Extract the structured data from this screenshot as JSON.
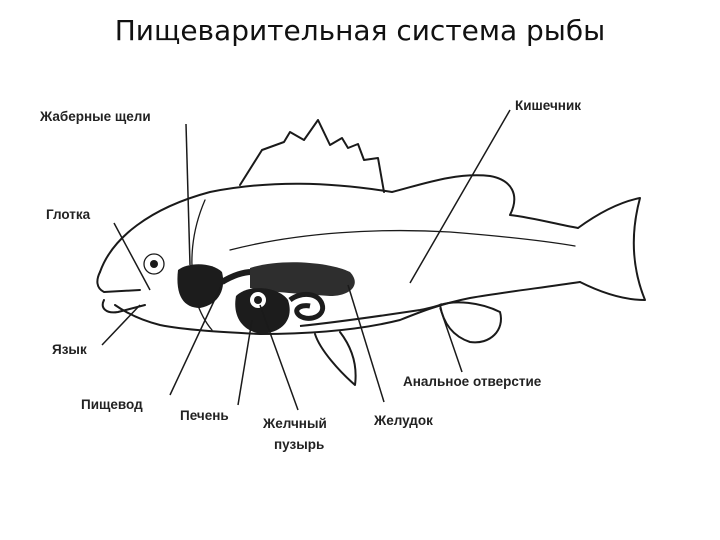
{
  "title": "Пищеварительная система рыбы",
  "labels": {
    "gill_slits": "Жаберные щели",
    "pharynx": "Глотка",
    "tongue": "Язык",
    "esophagus": "Пищевод",
    "liver": "Печень",
    "gallbladder_line1": "Желчный",
    "gallbladder_line2": "пузырь",
    "stomach": "Желудок",
    "anus": "Анальное отверстие",
    "intestine": "Кишечник"
  }
}
